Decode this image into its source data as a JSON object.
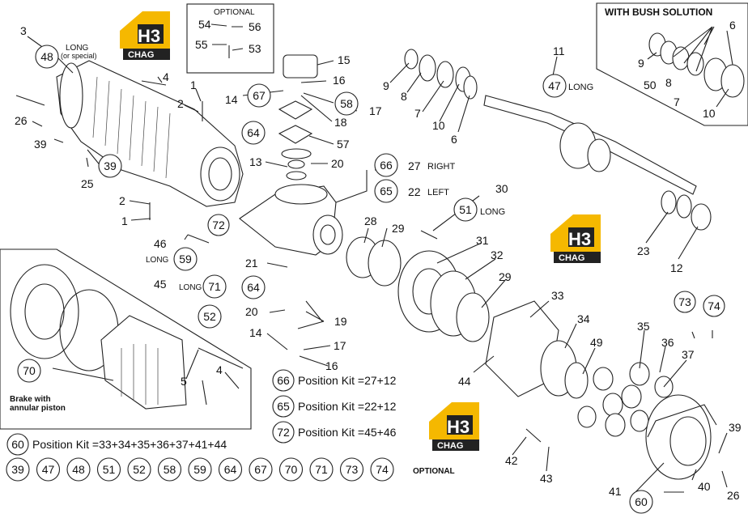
{
  "titles": {
    "optional_top": "OPTIONAL",
    "with_bush": "WITH BUSH SOLUTION",
    "optional_bottom": "OPTIONAL",
    "brake_line1": "Brake with",
    "brake_line2": "annular piston"
  },
  "logo": {
    "mark": "H3",
    "word": "CHAG",
    "colors": {
      "yellow": "#f5b800",
      "dark": "#222222"
    }
  },
  "circled_labels": {
    "c48": "48",
    "c39a": "39",
    "c67": "67",
    "c64a": "64",
    "c58": "58",
    "c66": "66",
    "c65": "65",
    "c51": "51",
    "c47": "47",
    "c72": "72",
    "c59": "59",
    "c71": "71",
    "c52": "52",
    "c64b": "64",
    "c70": "70",
    "c73": "73",
    "c74": "74",
    "c60": "60",
    "k66": "66",
    "k65": "65",
    "k72": "72",
    "k60": "60"
  },
  "plain_labels": {
    "n3": "3",
    "n4": "4",
    "n1a": "1",
    "n2a": "2",
    "n26a": "26",
    "n39a": "39",
    "n25": "25",
    "n2b": "2",
    "n1b": "1",
    "n54": "54",
    "n56": "56",
    "n55": "55",
    "n53": "53",
    "n15": "15",
    "n16a": "16",
    "n14a": "14",
    "n18": "18",
    "n17a": "17",
    "n57": "57",
    "n13": "13",
    "n20a": "20",
    "n27": "27",
    "n22": "22",
    "n30": "30",
    "n9a": "9",
    "n8a": "8",
    "n7a": "7",
    "n10a": "10",
    "n6a": "6",
    "n11": "11",
    "n6b": "6",
    "n9b": "9",
    "n50": "50",
    "n8b": "8",
    "n7b": "7",
    "n10b": "10",
    "n46": "46",
    "n45": "45",
    "n28": "28",
    "n29a": "29",
    "n31": "31",
    "n32": "32",
    "n29b": "29",
    "n21": "21",
    "n20b": "20",
    "n19": "19",
    "n14b": "14",
    "n17b": "17",
    "n16b": "16",
    "n23": "23",
    "n12": "12",
    "n33": "33",
    "n34": "34",
    "n49": "49",
    "n35": "35",
    "n36": "36",
    "n37": "37",
    "n44": "44",
    "n5": "5",
    "n4b": "4",
    "n42": "42",
    "n43": "43",
    "n41": "41",
    "n40": "40",
    "n39b": "39",
    "n26b": "26"
  },
  "word_labels": {
    "long_48": "LONG",
    "or_special": "(or special)",
    "long_47": "LONG",
    "right": "RIGHT",
    "left": "LEFT",
    "long_51": "LONG",
    "long_59": "LONG",
    "long_71": "LONG"
  },
  "kits": {
    "k66": "Position Kit =27+12",
    "k65": "Position Kit =22+12",
    "k72": "Position Kit =45+46",
    "k60": "Position Kit =33+34+35+36+37+41+44"
  },
  "optional_row": [
    "39",
    "47",
    "48",
    "51",
    "52",
    "58",
    "59",
    "64",
    "67",
    "70",
    "71",
    "73",
    "74"
  ]
}
